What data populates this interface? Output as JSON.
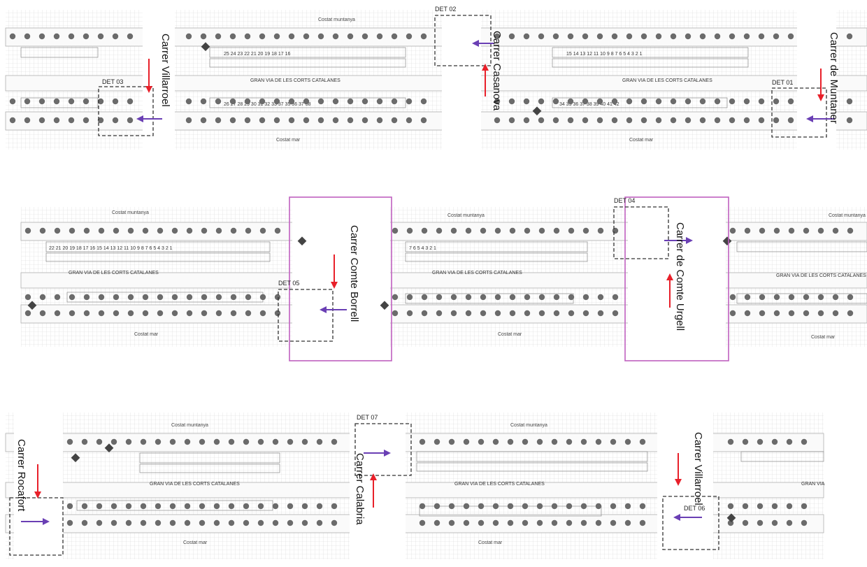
{
  "colors": {
    "street_line": "#9a9a9a",
    "dot": "#6b6b6b",
    "grid": "#c8c8c8",
    "table": "#8a8a8a",
    "red_arrow": "#e8202a",
    "purple_arrow": "#6a3fb4",
    "magenta_box": "#c060c0",
    "detail_box": "#333333",
    "text_dark": "#222222"
  },
  "row1": {
    "streets": [
      {
        "label": "Carrer Villarroel",
        "arrow": "red"
      },
      {
        "label": "Carrer Casanova",
        "arrow": "red"
      },
      {
        "label": "Carrer de Muntaner",
        "arrow": "red"
      }
    ],
    "details": [
      "DET 03",
      "DET 02",
      "DET 01"
    ],
    "avenue_labels": [
      "GRAN VIA DE LES CORTS CATALANES",
      "GRAN VIA DE LES CORTS CATALANES"
    ],
    "side_top": "Costat muntanya",
    "side_bottom": "Costat mar",
    "numbers": [
      "25",
      "24",
      "23",
      "22",
      "21",
      "20",
      "19",
      "18",
      "17",
      "16",
      "15",
      "14",
      "13",
      "12",
      "11",
      "10",
      "9",
      "8",
      "7",
      "6",
      "5",
      "4",
      "3",
      "2",
      "1",
      "26",
      "27",
      "28",
      "29",
      "30",
      "31",
      "32",
      "33",
      "37",
      "38",
      "39",
      "40",
      "41",
      "42",
      "34",
      "35",
      "36"
    ]
  },
  "row2": {
    "streets": [
      {
        "label": "Carrer Comte Borrell",
        "arrow": "red"
      },
      {
        "label": "Carrer de Comte Urgell",
        "arrow": "red"
      }
    ],
    "details": [
      "DET 05",
      "DET 04"
    ],
    "avenue_labels": [
      "GRAN VIA DE LES CORTS CATALANES",
      "GRAN VIA DE LES CORTS CATALANES",
      "GRAN VIA DE LES CORTS CATALANES"
    ],
    "side_top": "Costat muntanya",
    "side_bottom": "Costat mar",
    "numbers": [
      "22",
      "21",
      "20",
      "19",
      "18",
      "17",
      "16",
      "15",
      "14",
      "13",
      "12",
      "11",
      "10",
      "9",
      "8",
      "7",
      "6",
      "5",
      "4",
      "3",
      "2",
      "1"
    ]
  },
  "row3": {
    "streets": [
      {
        "label": "Carrer Rocafort",
        "arrow": "red"
      },
      {
        "label": "Carrer Calabria",
        "arrow": "red"
      },
      {
        "label": "Carrer Villarroel",
        "arrow": "red"
      }
    ],
    "details": [
      "DET 07",
      "DET 06"
    ],
    "avenue_labels": [
      "GRAN VIA DE LES CORTS CATALANES",
      "GRAN VIA DE LES CORTS CATALANES",
      "GRAN VIA"
    ],
    "side_top": "Costat muntanya",
    "side_bottom": "Costat mar"
  }
}
